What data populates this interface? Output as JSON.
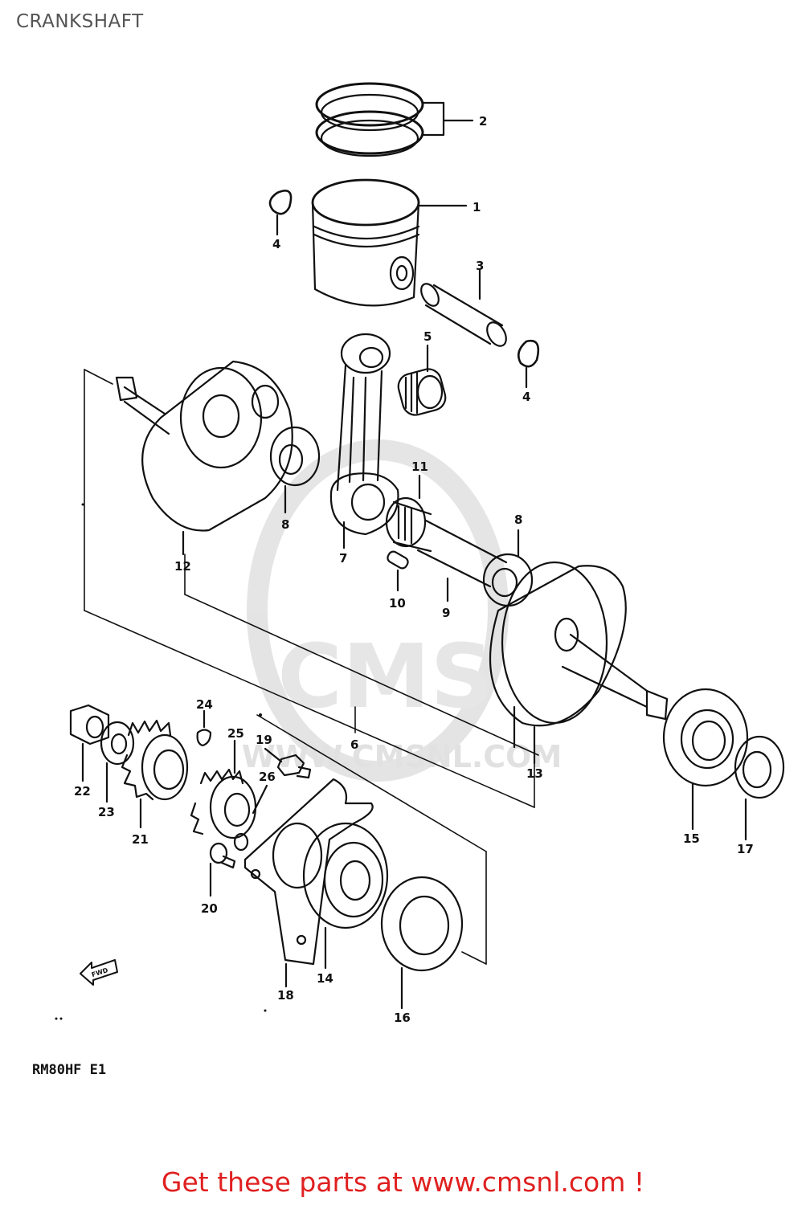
{
  "page": {
    "title": "CRANKSHAFT"
  },
  "diagram": {
    "watermark": "WWW.CMSNL.COM",
    "watermark_logo": "CMS",
    "fwd_arrow": "FWD",
    "model_code": "RM80HF E1",
    "callouts": [
      {
        "id": "c1",
        "number": "1"
      },
      {
        "id": "c2",
        "number": "2"
      },
      {
        "id": "c3",
        "number": "3"
      },
      {
        "id": "c4a",
        "number": "4"
      },
      {
        "id": "c4b",
        "number": "4"
      },
      {
        "id": "c5",
        "number": "5"
      },
      {
        "id": "c6",
        "number": "6"
      },
      {
        "id": "c7",
        "number": "7"
      },
      {
        "id": "c8a",
        "number": "8"
      },
      {
        "id": "c8b",
        "number": "8"
      },
      {
        "id": "c9",
        "number": "9"
      },
      {
        "id": "c10",
        "number": "10"
      },
      {
        "id": "c11",
        "number": "11"
      },
      {
        "id": "c12",
        "number": "12"
      },
      {
        "id": "c13",
        "number": "13"
      },
      {
        "id": "c14",
        "number": "14"
      },
      {
        "id": "c15",
        "number": "15"
      },
      {
        "id": "c16",
        "number": "16"
      },
      {
        "id": "c17",
        "number": "17"
      },
      {
        "id": "c18",
        "number": "18"
      },
      {
        "id": "c19",
        "number": "19"
      },
      {
        "id": "c20",
        "number": "20"
      },
      {
        "id": "c21",
        "number": "21"
      },
      {
        "id": "c22",
        "number": "22"
      },
      {
        "id": "c23",
        "number": "23"
      },
      {
        "id": "c24",
        "number": "24"
      },
      {
        "id": "c25",
        "number": "25"
      },
      {
        "id": "c26",
        "number": "26"
      }
    ]
  },
  "footer": {
    "cta": "Get these parts at www.cmsnl.com !"
  },
  "colors": {
    "line": "#111111",
    "cta": "#e02020",
    "title": "#555555",
    "watermark": "#dddddd"
  }
}
